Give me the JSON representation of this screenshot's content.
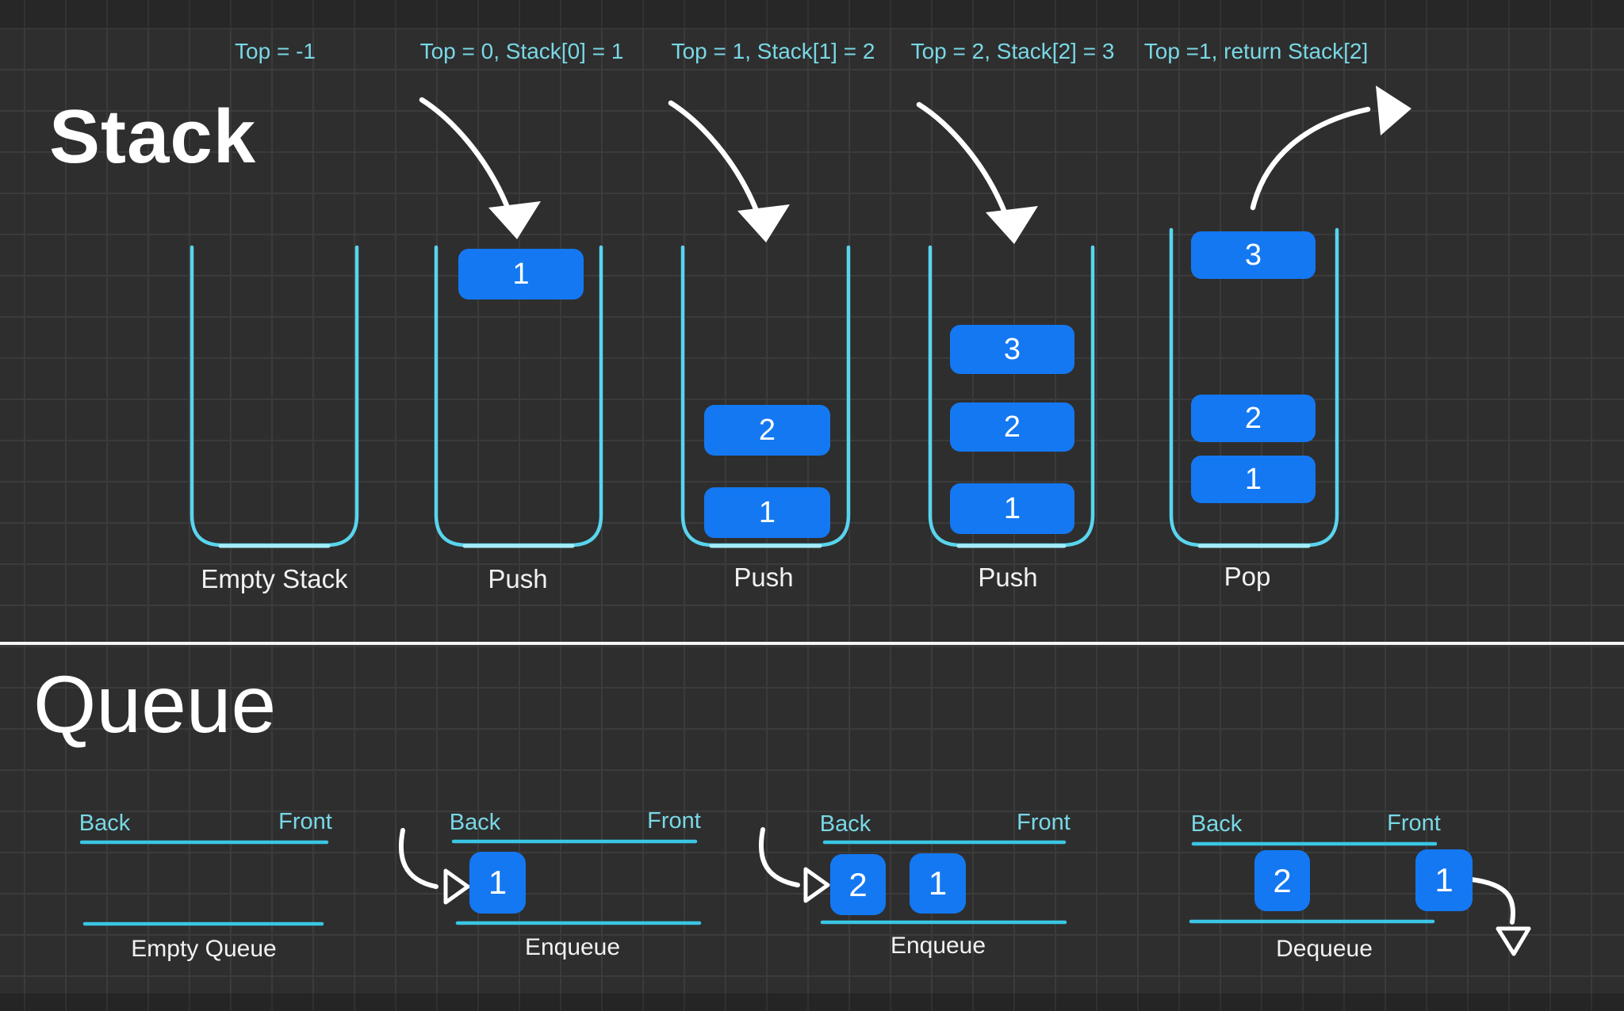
{
  "colors": {
    "background": "#2e2e2e",
    "grid_line": "#3b3b3b",
    "annotation_cyan": "#79d8e6",
    "container_cyan": "#59d4ee",
    "queue_line_cyan": "#3ac6e4",
    "block_blue": "#1478f2",
    "text_white": "#ffffff",
    "divider_white": "#f5f5f5"
  },
  "stack": {
    "title": "Stack",
    "states": [
      {
        "annotation": "Top = -1",
        "caption": "Empty Stack",
        "blocks": []
      },
      {
        "annotation": "Top = 0, Stack[0] = 1",
        "caption": "Push",
        "blocks": [
          "1"
        ]
      },
      {
        "annotation": "Top = 1, Stack[1] = 2",
        "caption": "Push",
        "blocks": [
          "2",
          "1"
        ]
      },
      {
        "annotation": "Top = 2, Stack[2] = 3",
        "caption": "Push",
        "blocks": [
          "3",
          "2",
          "1"
        ]
      },
      {
        "annotation": "Top =1, return Stack[2]",
        "caption": "Pop",
        "blocks": [
          "3",
          "2",
          "1"
        ]
      }
    ]
  },
  "queue": {
    "title": "Queue",
    "states": [
      {
        "back": "Back",
        "front": "Front",
        "caption": "Empty Queue",
        "items": []
      },
      {
        "back": "Back",
        "front": "Front",
        "caption": "Enqueue",
        "items": [
          "1"
        ]
      },
      {
        "back": "Back",
        "front": "Front",
        "caption": "Enqueue",
        "items": [
          "2",
          "1"
        ]
      },
      {
        "back": "Back",
        "front": "Front",
        "caption": "Dequeue",
        "items": [
          "2",
          "1"
        ]
      }
    ]
  }
}
